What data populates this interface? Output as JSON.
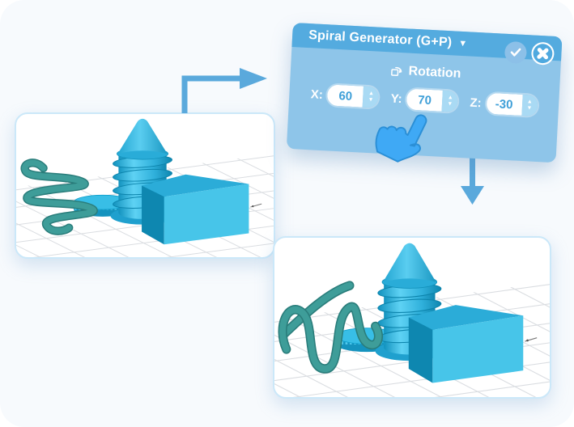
{
  "panel": {
    "title": "Spiral Generator (G+P)",
    "rotation": {
      "label": "Rotation",
      "fields": [
        {
          "axis": "X:",
          "value": "60"
        },
        {
          "axis": "Y:",
          "value": "70"
        },
        {
          "axis": "Z:",
          "value": "-30"
        }
      ]
    }
  },
  "icons": {
    "dropdown": "▼",
    "stepper_up": "▲",
    "stepper_down": "▼"
  },
  "palette": {
    "header_blue": "#54ABDF",
    "panel_blue": "#8EC5E9",
    "arrow_blue": "#5AA9DC",
    "hand_blue": "#3FA9F5",
    "model_cyan": "#2FB4E0",
    "spiral_teal": "#3E9D99",
    "value_text_blue": "#3E9FD8",
    "card_border": "#CBE8F9",
    "background": "#F7FAFD"
  }
}
